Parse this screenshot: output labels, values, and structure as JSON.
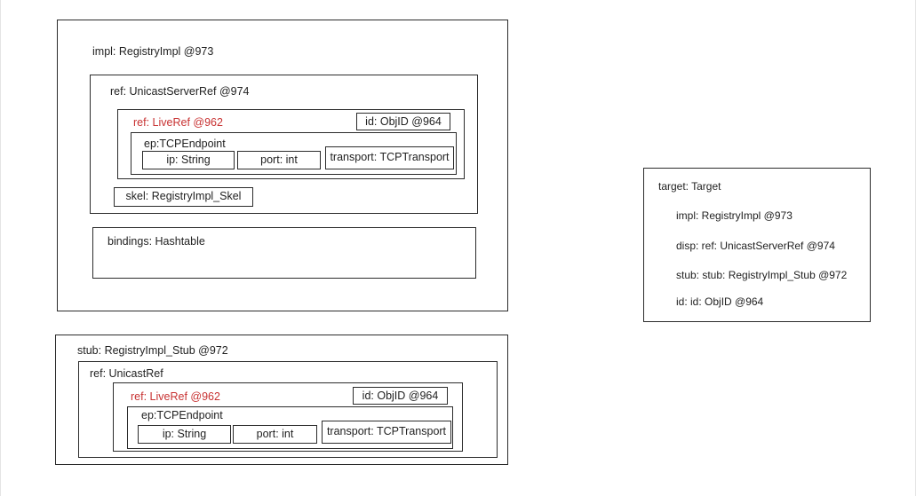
{
  "impl_box": {
    "title": "impl: RegistryImpl @973",
    "ref": {
      "title": "ref: UnicastServerRef @974",
      "liveref": {
        "title": "ref: LiveRef @962",
        "id": "id: ObjID @964",
        "ep": {
          "title": "ep:TCPEndpoint",
          "ip": "ip: String",
          "port": "port: int",
          "transport": "transport: TCPTransport"
        }
      },
      "skel": "skel: RegistryImpl_Skel"
    },
    "bindings": "bindings: Hashtable"
  },
  "stub_box": {
    "title": "stub: RegistryImpl_Stub @972",
    "ref": {
      "title": "ref: UnicastRef",
      "liveref": {
        "title": "ref: LiveRef @962",
        "id": "id: ObjID @964",
        "ep": {
          "title": "ep:TCPEndpoint",
          "ip": "ip: String",
          "port": "port: int",
          "transport": "transport: TCPTransport"
        }
      }
    }
  },
  "target_box": {
    "title": "target: Target",
    "impl": "impl: RegistryImpl @973",
    "disp": "disp: ref: UnicastServerRef @974",
    "stub": "stub: stub: RegistryImpl_Stub @972",
    "id": "id: id: ObjID @964"
  },
  "colors": {
    "stroke": "#2b2b2b",
    "highlight": "#c83232",
    "text": "#222222"
  }
}
